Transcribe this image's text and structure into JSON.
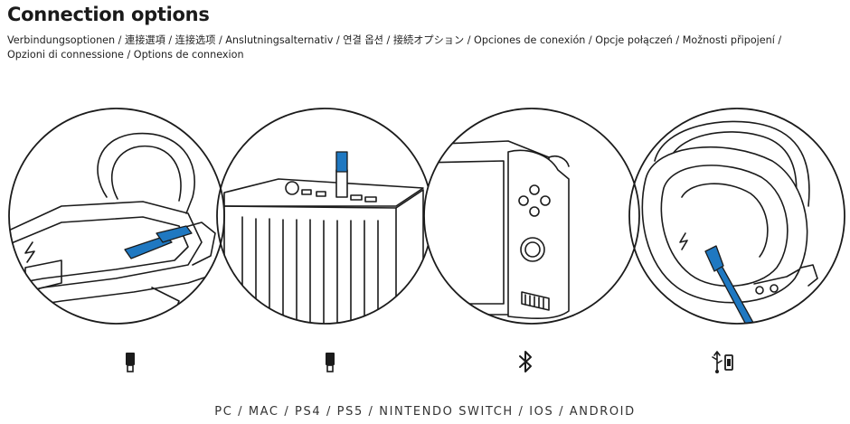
{
  "title": "Connection options",
  "subtitle": "Verbindungsoptionen / 連接選項 / 连接选项 / Anslutningsalternativ / 연결 옵션 / 接続オプション / Opciones de conexión / Opcje połączeń / Možnosti připojení / Opzioni di connessione / Options de connexion",
  "panels": [
    {
      "illustration": "headset-dongle-docked-illustration",
      "icon": "usb-receiver-icon"
    },
    {
      "illustration": "console-usb-receiver-illustration",
      "icon": "usb-receiver-icon"
    },
    {
      "illustration": "nintendo-switch-bluetooth-illustration",
      "icon": "bluetooth-icon"
    },
    {
      "illustration": "headset-usb-cable-illustration",
      "icon": "usb-cable-icon"
    }
  ],
  "colors": {
    "accent": "#1f78c1",
    "line": "#1b1b1b"
  },
  "footer": "PC / MAC / PS4 / PS5 / NINTENDO SWITCH / IOS / ANDROID"
}
